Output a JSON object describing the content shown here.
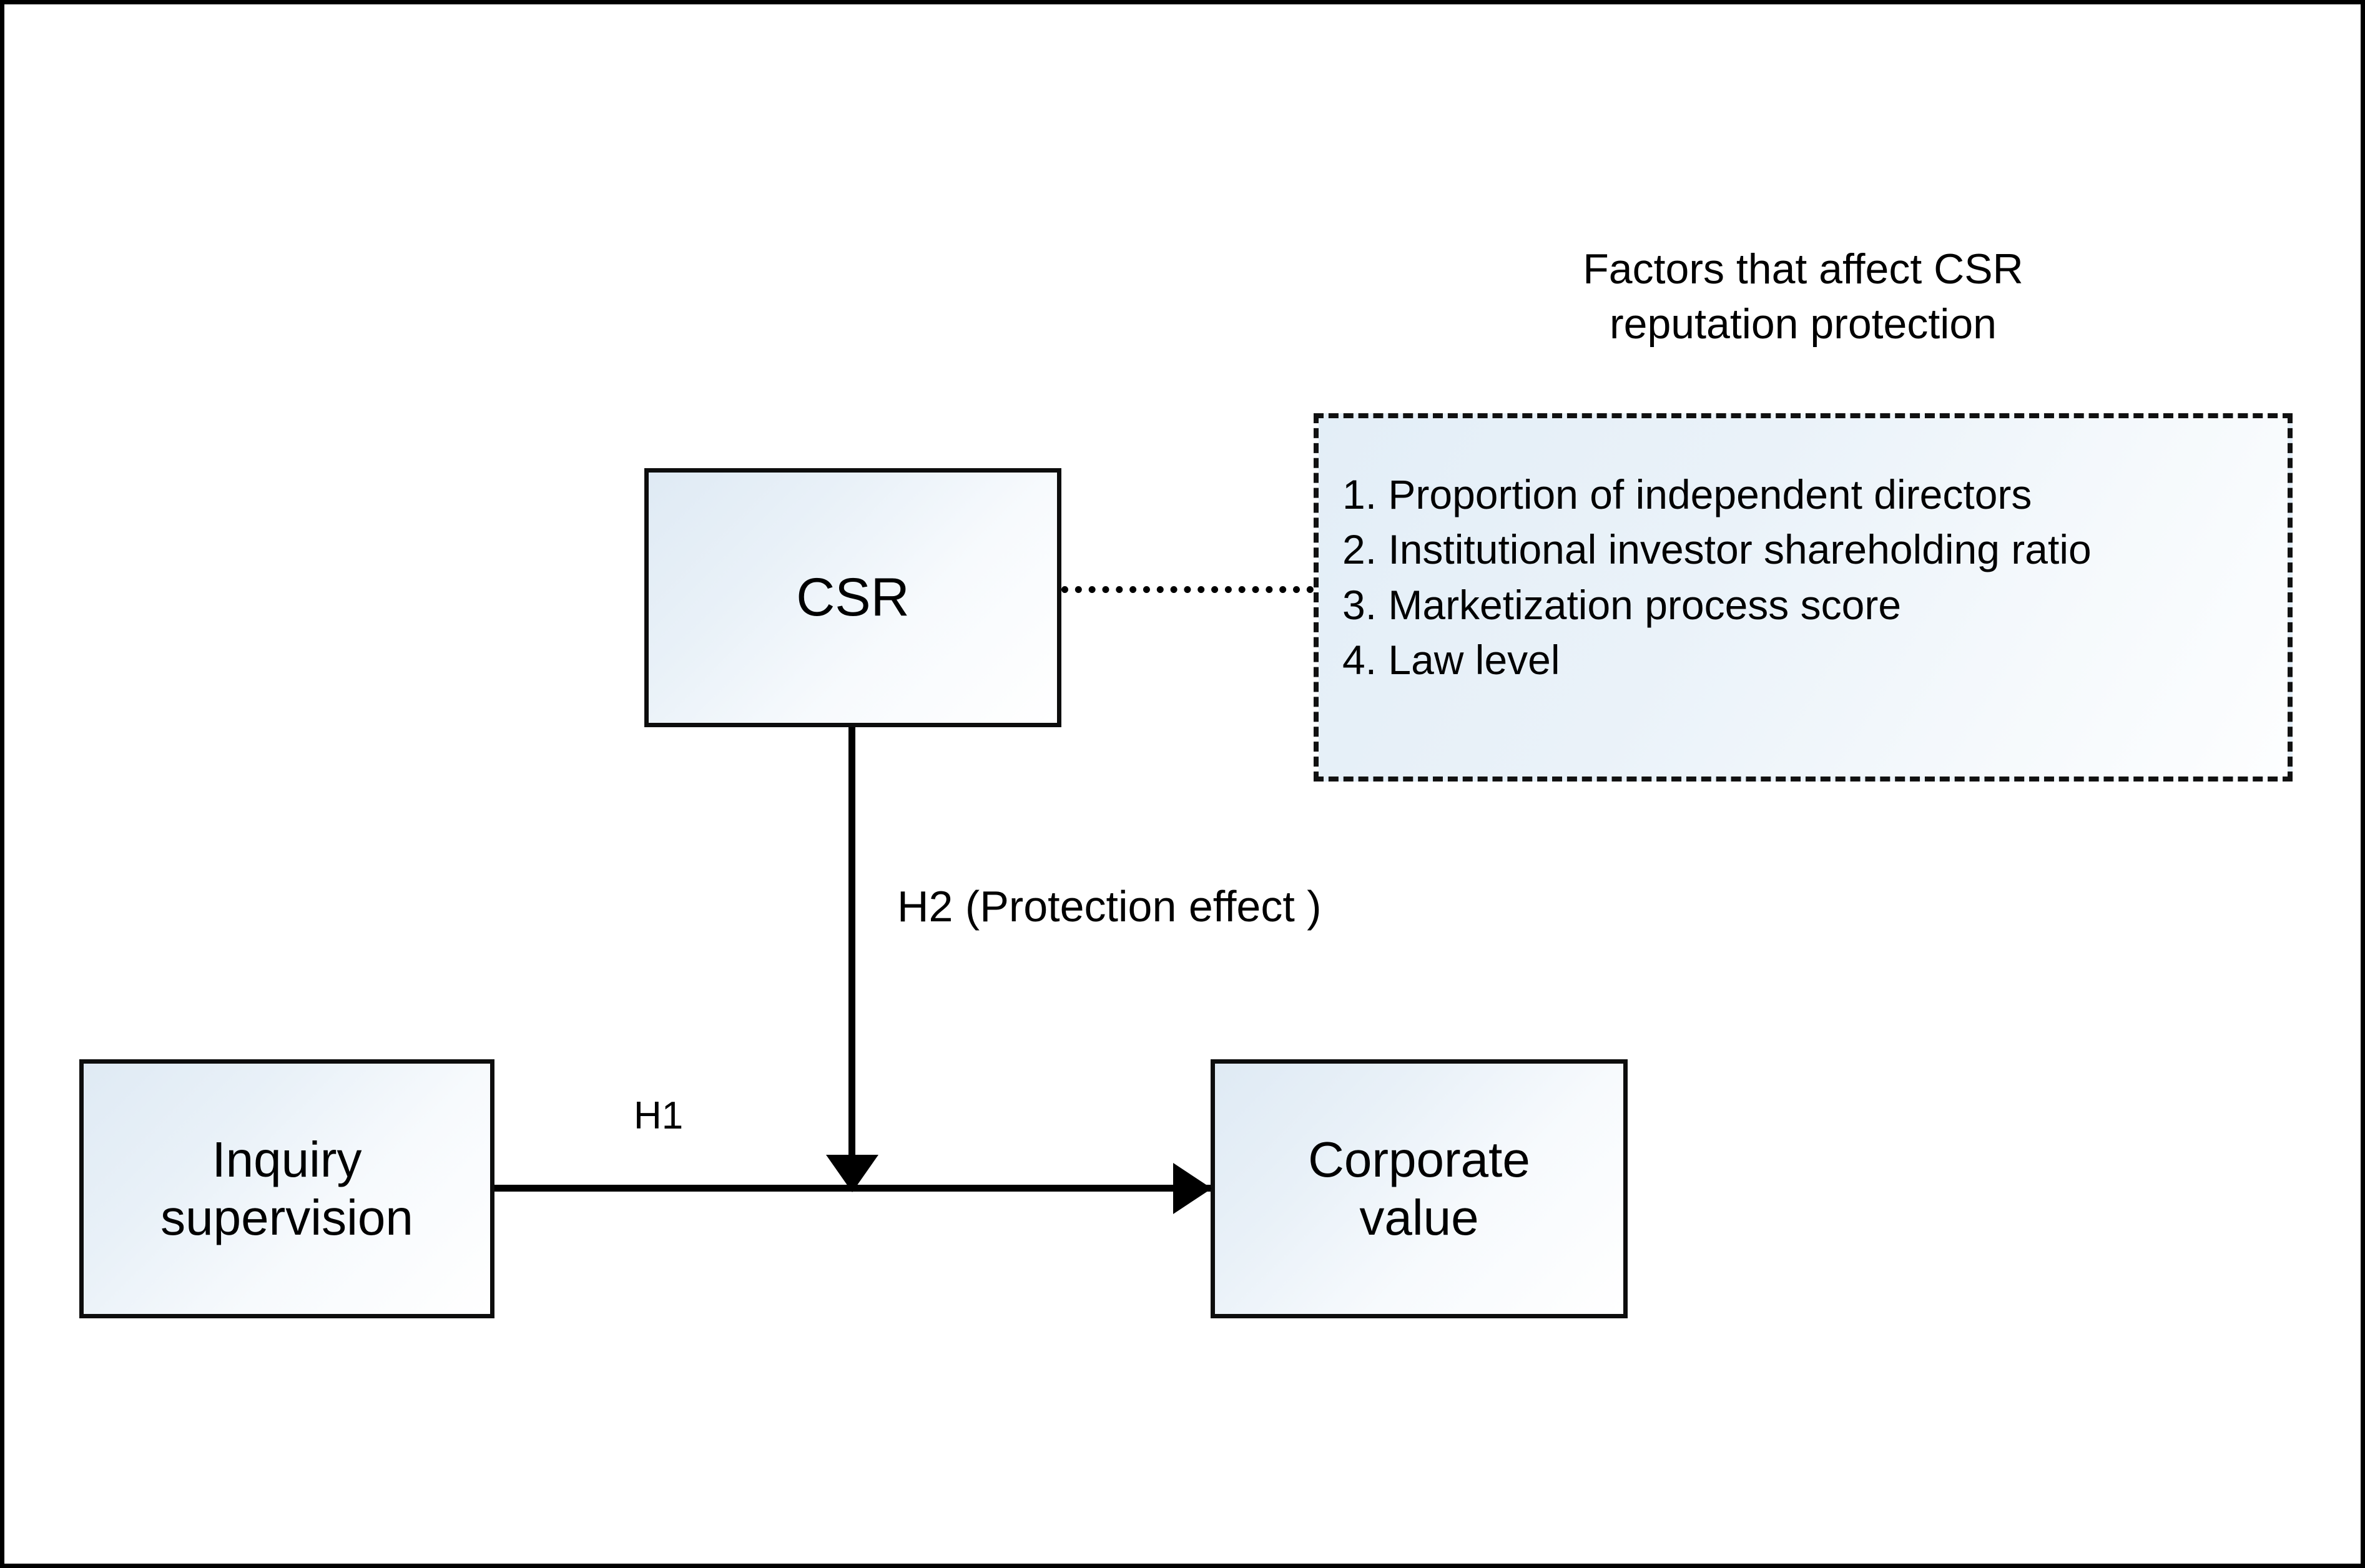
{
  "diagram": {
    "nodes": {
      "csr": {
        "label": "CSR"
      },
      "inquiry": {
        "label": "Inquiry\nsupervision"
      },
      "corporate": {
        "label": "Corporate\nvalue"
      }
    },
    "factors_panel": {
      "title": "Factors that affect CSR\nreputation protection",
      "items": [
        "1. Proportion of independent directors",
        "2. Institutional investor shareholding ratio",
        "3. Marketization process score",
        "4. Law level"
      ]
    },
    "edges": {
      "h1_label": "H1",
      "h2_label": "H2 (Protection effect )"
    },
    "colors": {
      "node_fill_start": "#dfeaf4",
      "node_fill_end": "#ffffff",
      "node_border": "#0d0d0d",
      "panel_fill_start": "#e3eef7",
      "panel_border": "#111111",
      "connector": "#000000",
      "text": "#000000",
      "canvas": "#ffffff"
    }
  }
}
